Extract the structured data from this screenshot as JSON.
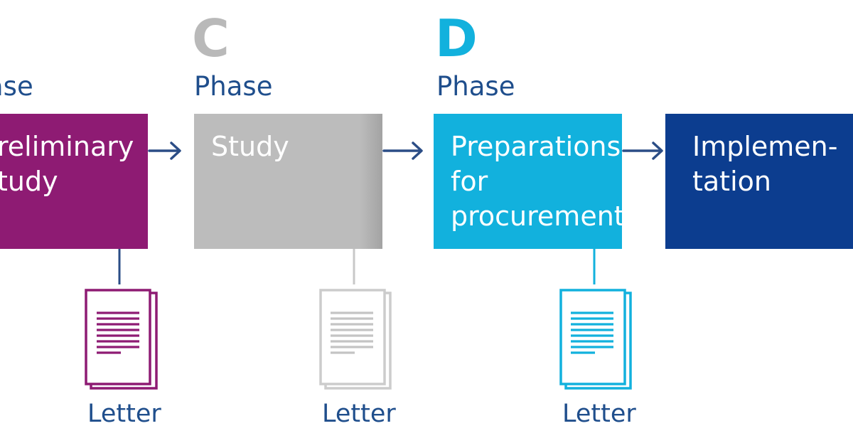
{
  "colors": {
    "phase_b": "#8e1b73",
    "phase_c": "#b9b9b9",
    "phase_d": "#12b1dd",
    "phase_e": "#0c3d8f",
    "text_blue": "#1f4e8c",
    "connector_b": "#2b4d86",
    "connector_c": "#c8c8c8",
    "connector_d": "#12b1dd",
    "doc_c_stroke": "#cccccc",
    "doc_c_lines": "#c4c4c4"
  },
  "phases": [
    {
      "id": "b",
      "letter": "",
      "phase_label": "ase",
      "box_text": "reliminary\ntudy",
      "doc_label": "Letter",
      "icon": "document-icon"
    },
    {
      "id": "c",
      "letter": "C",
      "phase_label": "Phase",
      "box_text": "Study",
      "doc_label": "Letter",
      "icon": "document-icon"
    },
    {
      "id": "d",
      "letter": "D",
      "phase_label": "Phase",
      "box_text": "Preparations\nfor\nprocurement",
      "doc_label": "Letter",
      "icon": "document-icon"
    },
    {
      "id": "e",
      "letter": "",
      "phase_label": "",
      "box_text": "Implemen-\ntation",
      "icon": "arrow-right-icon"
    }
  ]
}
